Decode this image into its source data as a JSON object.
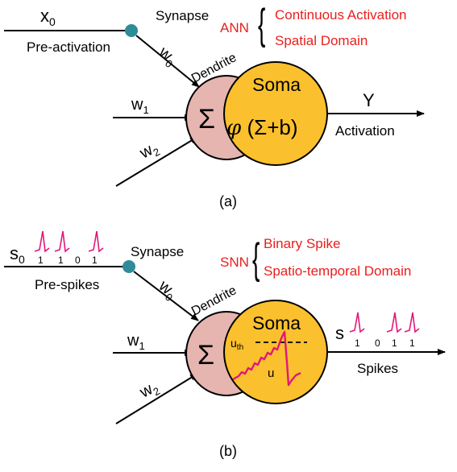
{
  "panel_a": {
    "input0": {
      "label": "x",
      "sub": "0"
    },
    "synapse_label": "Synapse",
    "pre_label": "Pre-activation",
    "weight0": {
      "label": "w",
      "sub": "0"
    },
    "dendrite_label": "Dendrite",
    "weight1": {
      "label": "w",
      "sub": "1"
    },
    "weight2": {
      "label": "w",
      "sub": "2"
    },
    "sum_symbol": "Σ",
    "soma_label": "Soma",
    "soma_formula": {
      "phi": "φ",
      "open": "(",
      "sigma": "Σ",
      "rest": "+b)"
    },
    "output_label": "Y",
    "activation_label": "Activation",
    "net_type": "ANN",
    "net_brace": "{",
    "net_traits": [
      "Continuous Activation",
      "Spatial Domain"
    ],
    "caption": "(a)"
  },
  "panel_b": {
    "input0": {
      "label": "s",
      "sub": "0"
    },
    "input_bits": [
      "1",
      "1",
      "0",
      "1"
    ],
    "synapse_label": "Synapse",
    "pre_label": "Pre-spikes",
    "weight0": {
      "label": "w",
      "sub": "0"
    },
    "dendrite_label": "Dendrite",
    "weight1": {
      "label": "w",
      "sub": "1"
    },
    "weight2": {
      "label": "w",
      "sub": "2"
    },
    "sum_symbol": "Σ",
    "soma_label": "Soma",
    "threshold": {
      "label": "u",
      "sub": "th"
    },
    "potential_label": "u",
    "output_label": "s",
    "output_bits": [
      "1",
      "0",
      "1",
      "1"
    ],
    "spikes_label": "Spikes",
    "net_type": "SNN",
    "net_brace": "{",
    "net_traits": [
      "Binary Spike",
      "Spatio-temporal Domain"
    ],
    "caption": "(b)"
  },
  "colors": {
    "soma_fill": "#FBC02D",
    "dendrite_fill": "#E6B5B0",
    "synapse_fill": "#2E8B9A",
    "spike_color": "#E0187A",
    "trait_text": "#E8201E"
  }
}
